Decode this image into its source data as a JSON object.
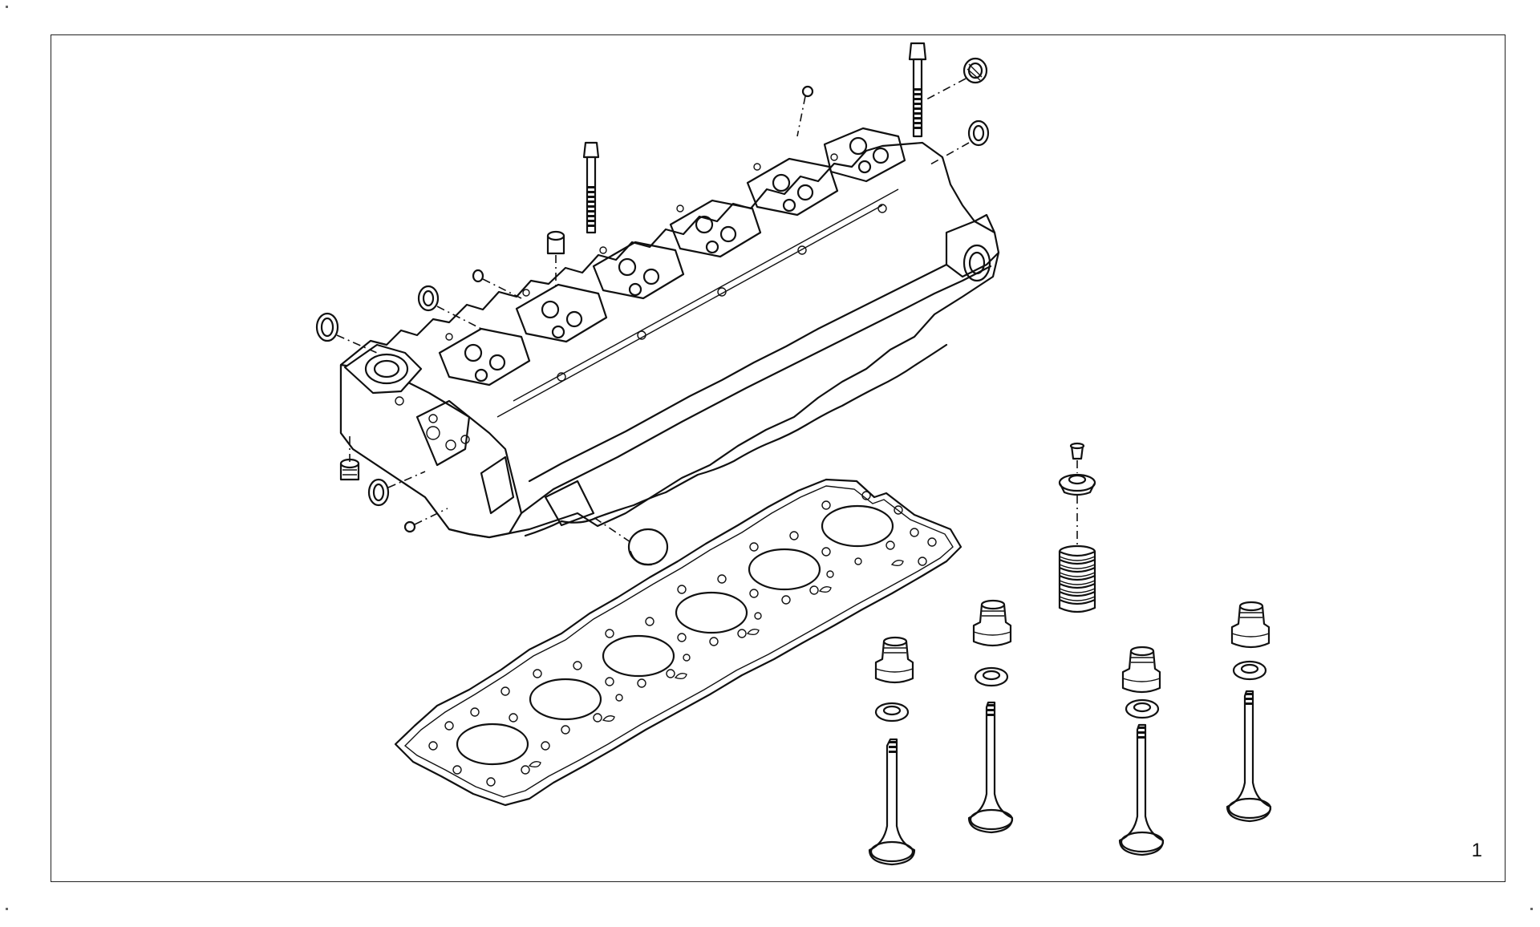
{
  "figure": {
    "number": "1"
  },
  "icons": {
    "cylinder_head": "cylinder-head-assembly",
    "head_bolt": "bolt",
    "head_gasket": "gasket",
    "valve": "valve",
    "valve_spring": "coil-spring",
    "valve_stem_seal": "stem-seal",
    "plug": "expansion-plug",
    "ring": "o-ring"
  },
  "colors": {
    "line": "#111111",
    "frame": "#222222",
    "background": "#ffffff"
  }
}
